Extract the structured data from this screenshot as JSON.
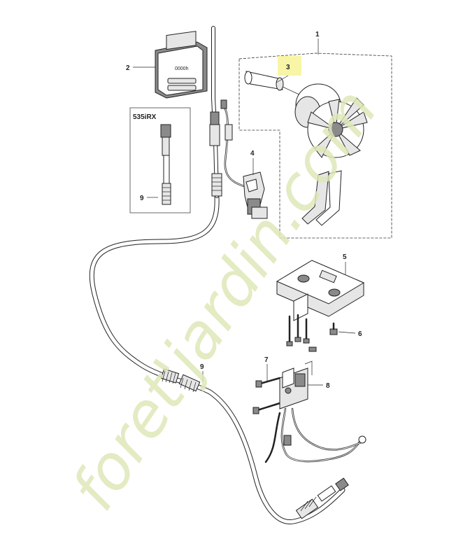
{
  "diagram": {
    "callouts": [
      {
        "id": "1",
        "label": "1"
      },
      {
        "id": "2",
        "label": "2"
      },
      {
        "id": "3",
        "label": "3"
      },
      {
        "id": "4",
        "label": "4"
      },
      {
        "id": "5",
        "label": "5"
      },
      {
        "id": "6",
        "label": "6"
      },
      {
        "id": "7",
        "label": "7"
      },
      {
        "id": "8",
        "label": "8"
      },
      {
        "id": "9a",
        "label": "9"
      },
      {
        "id": "9b",
        "label": "9"
      }
    ],
    "inset_title": "535iRX",
    "display_text": "0000h",
    "highlight_color": "#f8f5a6"
  },
  "watermark": {
    "text_part1": "fore",
    "text_part2": "t'jardin.com",
    "color_primary": "#dde8b8",
    "color_accent": "#f7d7b6"
  }
}
